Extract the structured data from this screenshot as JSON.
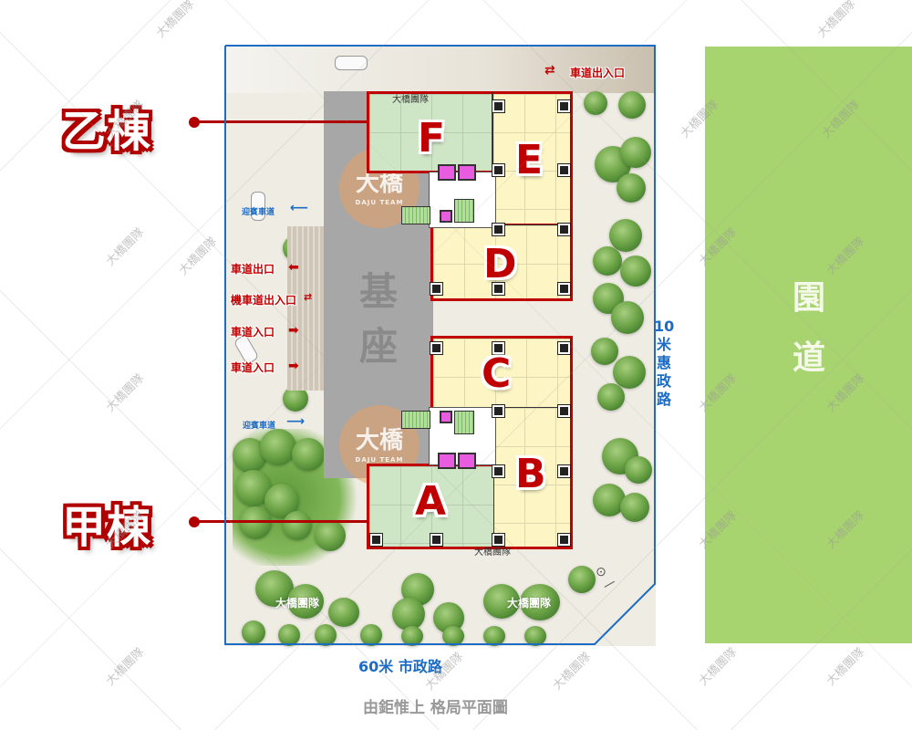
{
  "diagram": {
    "title": "由鉅惟上 格局平面圖",
    "towers": [
      {
        "id": "yi",
        "label": "乙棟",
        "units": [
          "F",
          "E",
          "D"
        ]
      },
      {
        "id": "jia",
        "label": "甲棟",
        "units": [
          "C",
          "B",
          "A"
        ]
      }
    ],
    "units": {
      "F": "F",
      "E": "E",
      "D": "D",
      "C": "C",
      "B": "B",
      "A": "A"
    },
    "podium_label": [
      "基",
      "座"
    ],
    "roads": {
      "east": {
        "width": "10",
        "unit": "米",
        "name": [
          "惠",
          "政",
          "路"
        ]
      },
      "south": "60米 市政路"
    },
    "park": {
      "label": [
        "園",
        "道"
      ],
      "color": "#a8d46f"
    },
    "access_labels": {
      "top_driveway": "車道出入口",
      "guest_drive_1": "迎賓車道",
      "car_exit": "車道出口",
      "scooter_in_out": "機車道出入口",
      "car_entrance_1": "車道入口",
      "car_entrance_2": "車道入口",
      "guest_drive_2": "迎賓車道"
    },
    "watermarks": {
      "brand": "大橋團隊",
      "logo_main": "大橋",
      "logo_sub": "DAJU TEAM"
    },
    "colors": {
      "tower_outline": "#c00000",
      "road_label": "#1c6bc4",
      "unit_green": "#cfe6c6",
      "unit_yellow": "#fdf6c4",
      "elevator": "#e85de0",
      "podium": "#a7a7a7"
    }
  }
}
